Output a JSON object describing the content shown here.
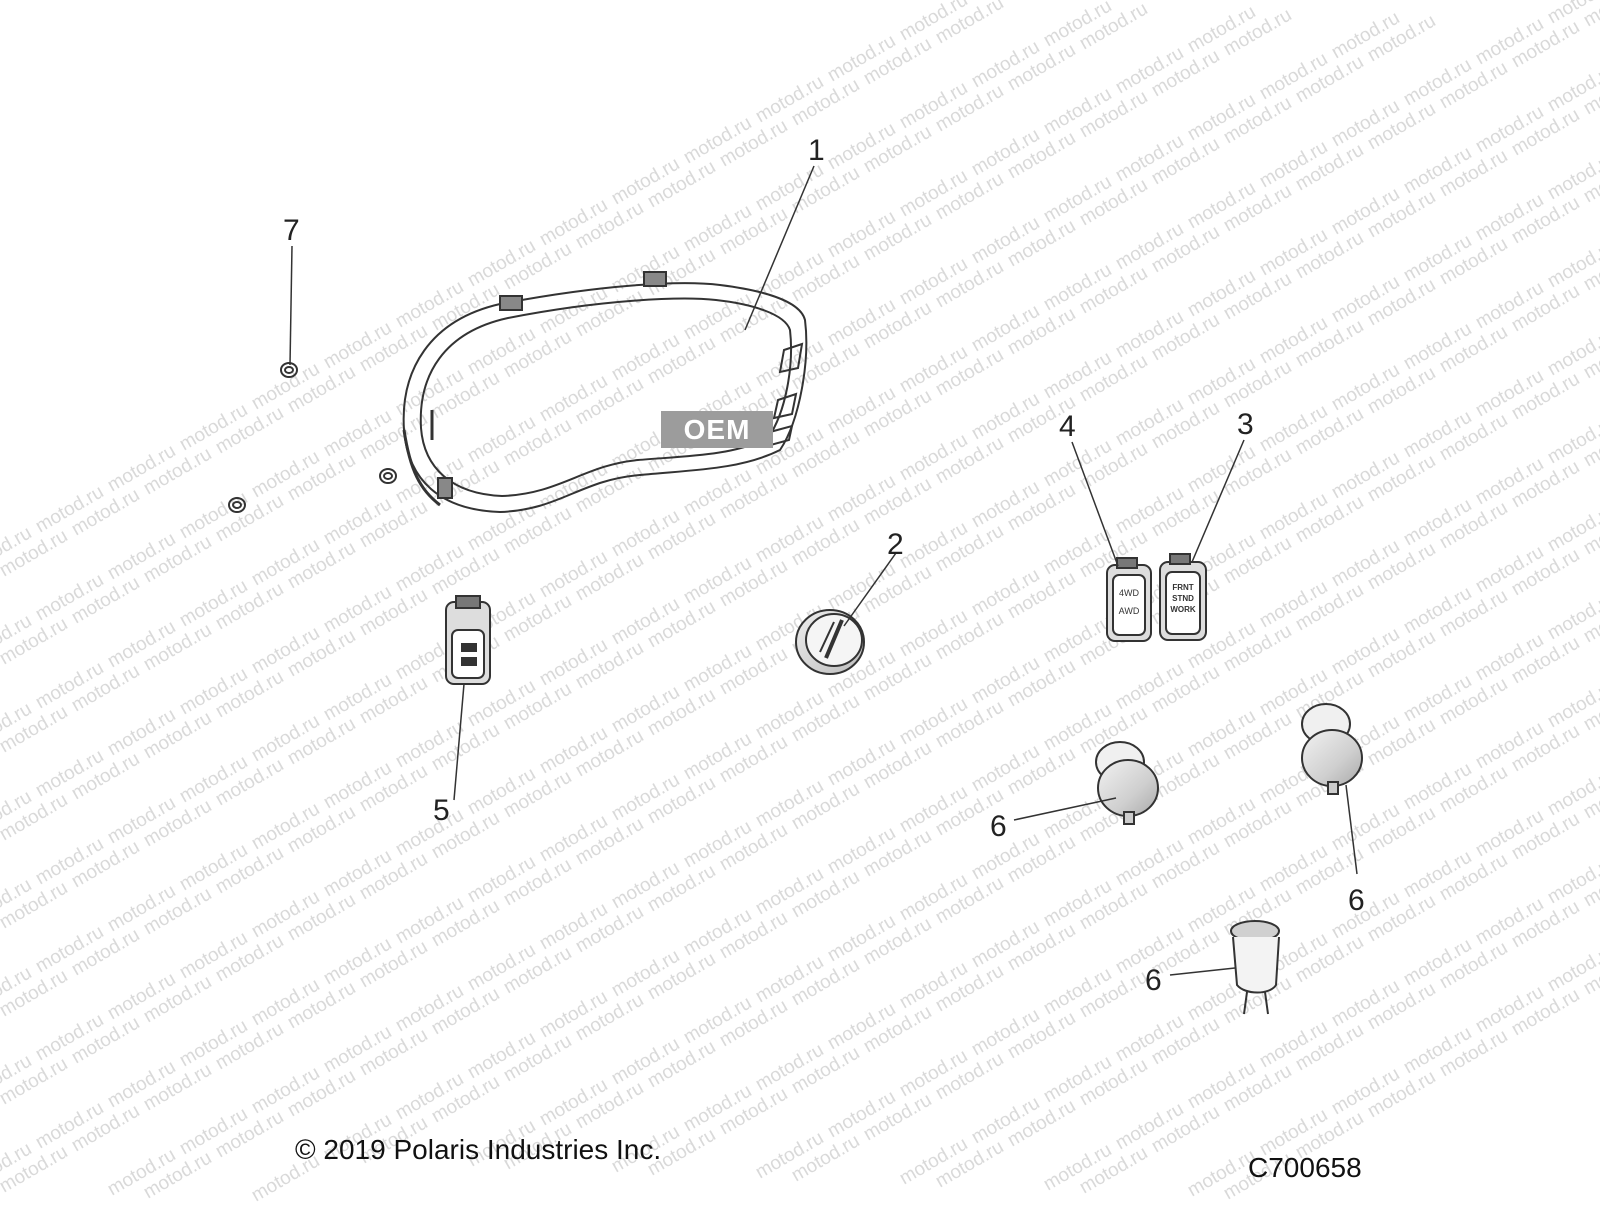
{
  "watermark": {
    "text": "motod.ru",
    "color": "#d9d9d9"
  },
  "badge": {
    "text": "OEM",
    "color": "#9c9c9c"
  },
  "callouts": {
    "c1": "1",
    "c2": "2",
    "c3": "3",
    "c4": "4",
    "c5": "5",
    "c6a": "6",
    "c6b": "6",
    "c6c": "6",
    "c7": "7"
  },
  "switch_labels": {
    "part3_lines": [
      "FRNT",
      "STND",
      "WORK"
    ]
  },
  "footer": {
    "copyright": "© 2019 Polaris Industries Inc.",
    "code": "C700658"
  },
  "colors": {
    "line": "#333333",
    "background": "#ffffff"
  }
}
